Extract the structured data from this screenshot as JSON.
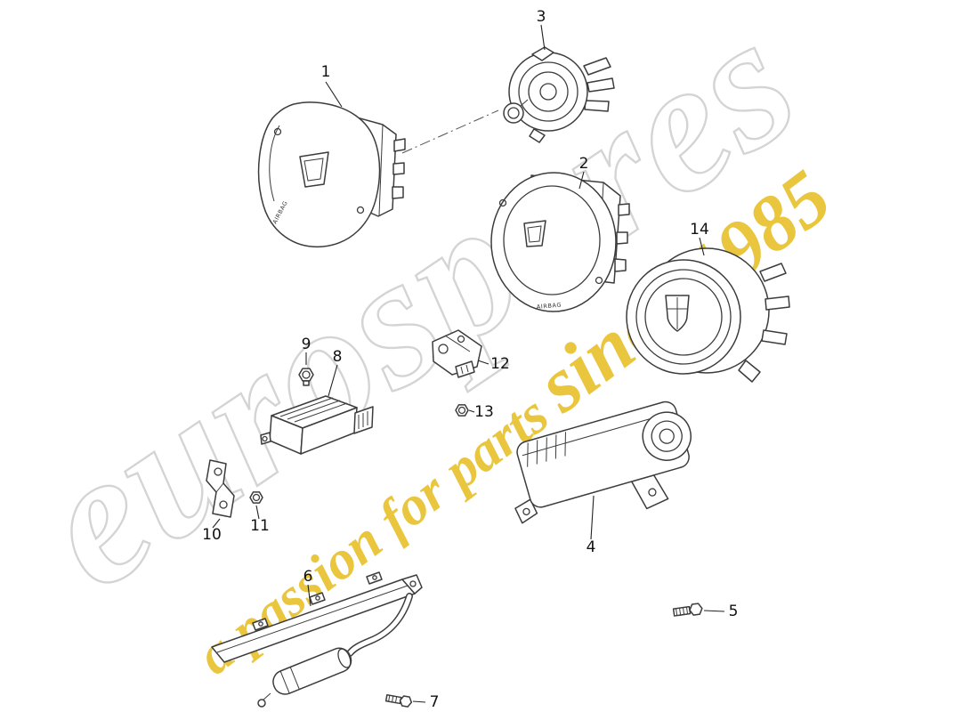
{
  "watermark": {
    "brand": "eurospares",
    "tagline_main": "a passion for parts ",
    "tagline_year": "since 1985",
    "brand_outline_color": "#d4d4d4",
    "accent_color": "#e9c63d"
  },
  "line_art_color": "#3c3c3c",
  "labels": {
    "p1": "1",
    "p2": "2",
    "p3": "3",
    "p4": "4",
    "p5": "5",
    "p6": "6",
    "p7": "7",
    "p8": "8",
    "p9": "9",
    "p10": "10",
    "p11": "11",
    "p12": "12",
    "p13": "13",
    "p14": "14"
  },
  "markings": {
    "part1_airbag": "AIRBAG",
    "part2_airbag": "AIRBAG"
  }
}
